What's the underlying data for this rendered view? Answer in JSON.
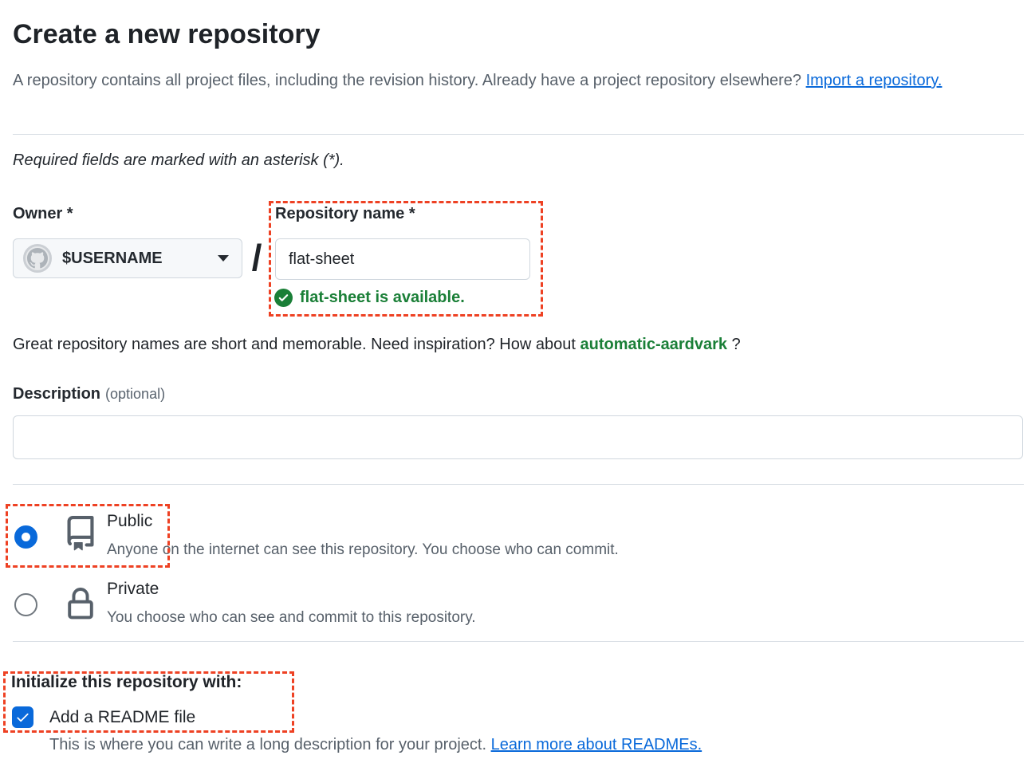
{
  "page": {
    "title": "Create a new repository",
    "intro_text": "A repository contains all project files, including the revision history. Already have a project repository elsewhere? ",
    "intro_link": "Import a repository.",
    "required_note": "Required fields are marked with an asterisk (*)."
  },
  "owner": {
    "label": "Owner *",
    "value": "$USERNAME",
    "separator": "/"
  },
  "repo_name": {
    "label": "Repository name *",
    "value": "flat-sheet",
    "availability_message": "flat-sheet is available."
  },
  "name_hint": {
    "text_before": "Great repository names are short and memorable. Need inspiration? How about ",
    "suggestion": "automatic-aardvark",
    "text_after": " ?"
  },
  "description": {
    "label": "Description",
    "optional": "(optional)",
    "value": ""
  },
  "visibility": {
    "public": {
      "label": "Public",
      "description": "Anyone on the internet can see this repository. You choose who can commit.",
      "selected": true
    },
    "private": {
      "label": "Private",
      "description": "You choose who can see and commit to this repository.",
      "selected": false
    }
  },
  "initialize": {
    "heading": "Initialize this repository with:",
    "readme": {
      "label": "Add a README file",
      "checked": true,
      "help_text": "This is where you can write a long description for your project. ",
      "help_link": "Learn more about READMEs."
    }
  },
  "icons": {
    "avatar": "octocat-avatar-icon",
    "dropdown": "chevron-down-icon",
    "availability": "check-circle-icon",
    "public": "repo-book-icon",
    "private": "lock-icon",
    "readme_checkbox": "checkmark-icon"
  },
  "colors": {
    "accent_blue": "#0969da",
    "success_green": "#1a7f37",
    "text_primary": "#1f2328",
    "text_muted": "#57606a",
    "border": "#d0d7de",
    "button_background": "#f6f8fa",
    "annotation_red": "#ee4123"
  }
}
